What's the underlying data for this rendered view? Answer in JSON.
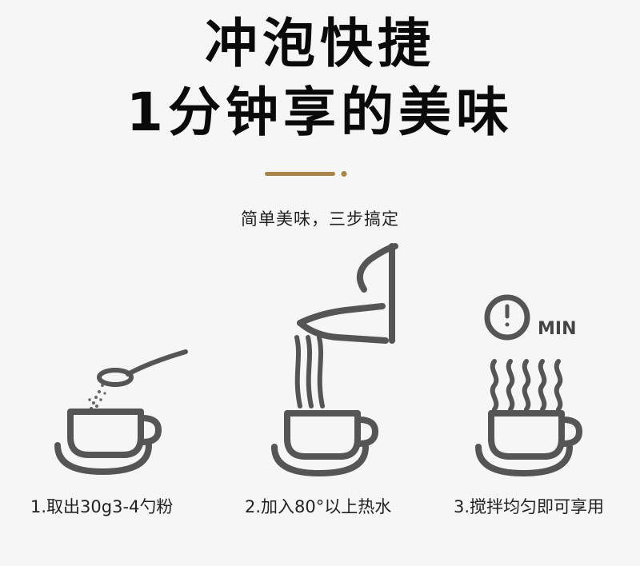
{
  "title": {
    "line1": "冲泡快捷",
    "line2": "1分钟享的美味"
  },
  "accent_color": "#a6844a",
  "subtitle": "简单美味，三步搞定",
  "icons": [
    "spoon-icon",
    "kettle-icon",
    "clock-icon",
    "steam-icon",
    "coffee-cup-icon"
  ],
  "timer_label": "MIN",
  "steps": [
    {
      "label": "1.取出30g3-4勺粉"
    },
    {
      "label": "2.加入80°以上热水"
    },
    {
      "label": "3.搅拌均匀即可享用"
    }
  ],
  "line_color": "#555555"
}
